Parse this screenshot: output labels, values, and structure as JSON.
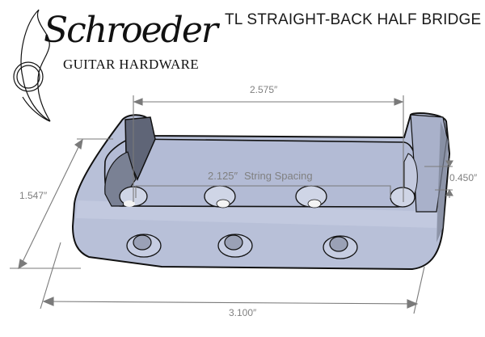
{
  "header": {
    "title": "TL STRAIGHT-BACK HALF BRIDGE"
  },
  "logo": {
    "script_text": "Schroeder",
    "subtitle": "GUITAR HARDWARE",
    "icon": "guitar-pickguard-swirl-icon"
  },
  "dimensions": {
    "top_width": "2.575″",
    "string_spacing_value": "2.125″",
    "string_spacing_label": "String Spacing",
    "wall_height": "0.450″",
    "depth": "1.547″",
    "overall_width": "3.100″"
  },
  "colors": {
    "part_fill": "#b8c0d8",
    "part_shadow": "#5a6070",
    "outline": "#111111",
    "dimension_line": "#7a7a7a",
    "dimension_text": "#808080"
  }
}
